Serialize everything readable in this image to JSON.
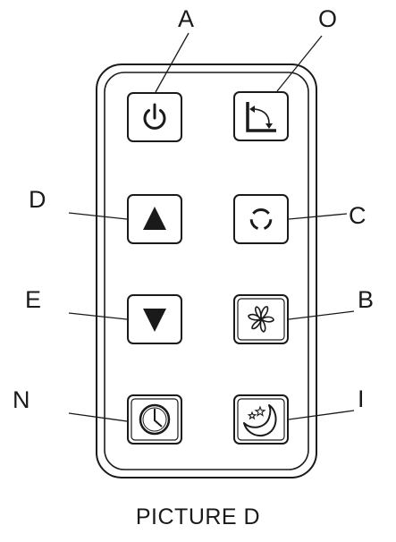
{
  "caption": "PICTURE D",
  "callouts": {
    "A": "A",
    "O": "O",
    "D": "D",
    "C": "C",
    "E": "E",
    "B": "B",
    "N": "N",
    "I": "I"
  },
  "buttons": {
    "A": "power-icon",
    "O": "swing-icon",
    "D": "up-arrow-icon",
    "C": "mode-circle-icon",
    "E": "down-arrow-icon",
    "B": "fan-icon",
    "N": "timer-clock-icon",
    "I": "sleep-moon-icon"
  }
}
